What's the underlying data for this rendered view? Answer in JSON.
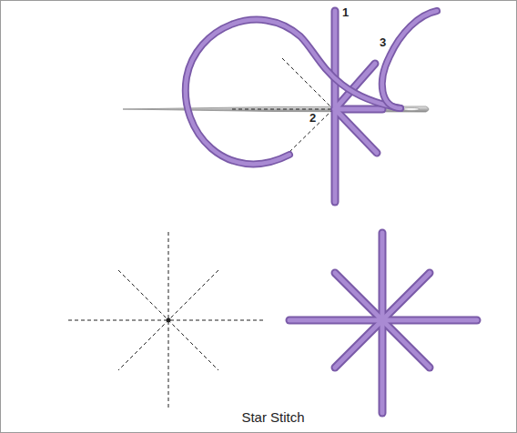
{
  "diagram": {
    "caption": "Star Stitch",
    "labels": [
      "1",
      "3",
      "2"
    ]
  }
}
